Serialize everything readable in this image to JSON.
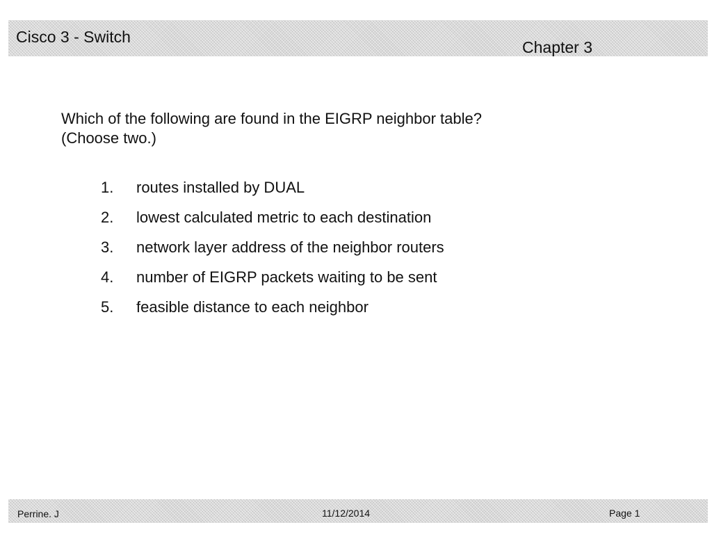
{
  "header": {
    "course": "Cisco 3 - Switch",
    "chapter": "Chapter 3"
  },
  "question": {
    "line1": "Which of the following are found in the EIGRP neighbor table?",
    "line2": "(Choose two.)"
  },
  "answers": [
    {
      "number": "1.",
      "text": "routes installed by DUAL"
    },
    {
      "number": "2.",
      "text": "lowest calculated metric to each destination"
    },
    {
      "number": "3.",
      "text": "network layer address of the neighbor routers"
    },
    {
      "number": "4.",
      "text": "number of EIGRP packets waiting to be sent"
    },
    {
      "number": "5.",
      "text": "feasible distance to each neighbor"
    }
  ],
  "footer": {
    "author": "Perrine. J",
    "date": "11/12/2014",
    "page": "Page 1"
  },
  "colors": {
    "band": "#d9d9d9",
    "text": "#111111",
    "background": "#ffffff"
  }
}
